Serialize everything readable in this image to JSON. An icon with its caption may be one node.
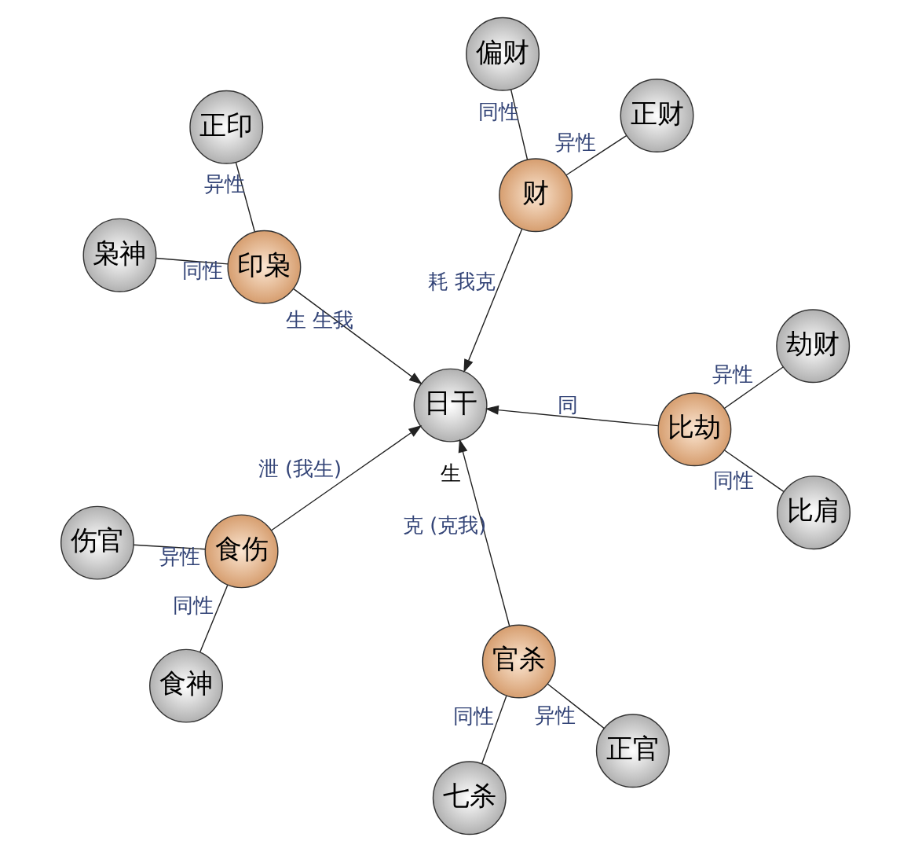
{
  "diagram": {
    "nodes": [
      {
        "text": [
          "日干"
        ]
      },
      {
        "text": [
          "印枭"
        ]
      },
      {
        "text": [
          "枭神"
        ]
      },
      {
        "text": [
          "正印"
        ]
      },
      {
        "text": [
          "食伤"
        ]
      },
      {
        "text": [
          "伤官"
        ]
      },
      {
        "text": [
          "食神"
        ]
      },
      {
        "text": [
          "官杀"
        ]
      },
      {
        "text": [
          "七杀"
        ]
      },
      {
        "text": [
          "正官"
        ]
      },
      {
        "text": [
          "比劫"
        ]
      },
      {
        "text": [
          "劫财"
        ]
      },
      {
        "text": [
          "比肩"
        ]
      },
      {
        "text": [
          "财"
        ]
      },
      {
        "text": [
          "偏财"
        ]
      },
      {
        "text": [
          "正财"
        ]
      }
    ],
    "edges": [
      {
        "from": 1,
        "to": 0,
        "arrow": "to",
        "label": "生 生我"
      },
      {
        "from": 4,
        "to": 0,
        "arrow": "to",
        "label": "泄 (我生)"
      },
      {
        "from": 7,
        "to": 0,
        "arrow": "to",
        "label": "克 (克我)"
      },
      {
        "from": 10,
        "to": 0,
        "arrow": "to",
        "label": "同"
      },
      {
        "from": 13,
        "to": 0,
        "arrow": "to",
        "label": "耗 我克"
      },
      {
        "from": 1,
        "to": 2,
        "arrow": "none",
        "label": "同性"
      },
      {
        "from": 1,
        "to": 3,
        "arrow": "none",
        "label": "异性"
      },
      {
        "from": 4,
        "to": 5,
        "arrow": "none",
        "label": "异性"
      },
      {
        "from": 4,
        "to": 6,
        "arrow": "none",
        "label": "同性"
      },
      {
        "from": 7,
        "to": 8,
        "arrow": "none",
        "label": "同性"
      },
      {
        "from": 7,
        "to": 9,
        "arrow": "none",
        "label": "异性"
      },
      {
        "from": 10,
        "to": 11,
        "arrow": "none",
        "label": "异性"
      },
      {
        "from": 10,
        "to": 12,
        "arrow": "none",
        "label": "同性"
      },
      {
        "from": 13,
        "to": 14,
        "arrow": "none",
        "label": "同性"
      },
      {
        "from": 13,
        "to": 15,
        "arrow": "none",
        "label": "异性"
      }
    ],
    "labels": [
      "生"
    ]
  }
}
